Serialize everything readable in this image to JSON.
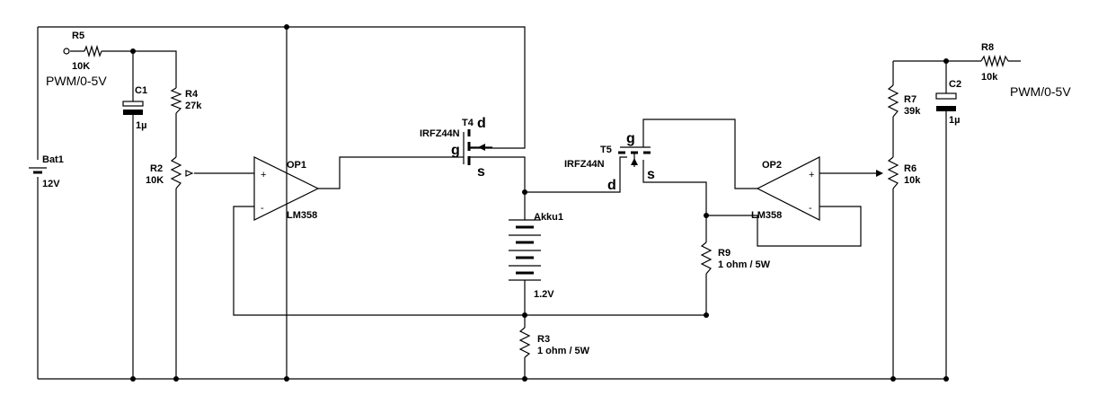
{
  "battery": {
    "ref": "Bat1",
    "value": "12V"
  },
  "r5": {
    "ref": "R5",
    "value": "10K"
  },
  "pwm_left": "PWM/0-5V",
  "c1": {
    "ref": "C1",
    "value": "1µ"
  },
  "r4": {
    "ref": "R4",
    "value": "27k"
  },
  "r2": {
    "ref": "R2",
    "value": "10K"
  },
  "op1": {
    "ref": "OP1",
    "part": "LM358",
    "plus": "+",
    "minus": "-"
  },
  "t4": {
    "ref": "T4",
    "part": "IRFZ44N",
    "d": "d",
    "g": "g",
    "s": "s"
  },
  "akku": {
    "ref": "Akku1",
    "value": "1.2V"
  },
  "r3": {
    "ref": "R3",
    "value": "1 ohm / 5W"
  },
  "t5": {
    "ref": "T5",
    "part": "IRFZ44N",
    "d": "d",
    "g": "g",
    "s": "s"
  },
  "r9": {
    "ref": "R9",
    "value": "1 ohm / 5W"
  },
  "op2": {
    "ref": "OP2",
    "part": "LM358",
    "plus": "+",
    "minus": "-"
  },
  "r7": {
    "ref": "R7",
    "value": "39k"
  },
  "r6": {
    "ref": "R6",
    "value": "10k"
  },
  "c2": {
    "ref": "C2",
    "value": "1µ"
  },
  "r8": {
    "ref": "R8",
    "value": "10k"
  },
  "pwm_right": "PWM/0-5V"
}
